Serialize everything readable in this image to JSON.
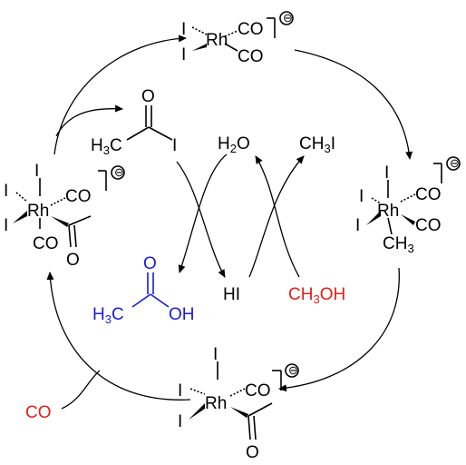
{
  "colors": {
    "default": "#000000",
    "product": "#1a1ad6",
    "reactant": "#e0201b"
  },
  "species": {
    "rh_top": {
      "metal": "Rh",
      "ligand_i1": "I",
      "ligand_i2": "I",
      "co1": "CO",
      "co2": "CO",
      "charge": "⊖"
    },
    "rh_right": {
      "metal": "Rh",
      "ligand_i1": "I",
      "ligand_i2": "I",
      "ligand_i3": "I",
      "co1": "CO",
      "co2": "CO",
      "methyl_ch": "CH",
      "methyl_sub": "3",
      "charge": "⊖"
    },
    "rh_bottom": {
      "metal": "Rh",
      "ligand_i1": "I",
      "ligand_i2": "I",
      "ligand_i3": "I",
      "co1": "CO",
      "acyl_o": "O",
      "charge": "⊖"
    },
    "rh_left": {
      "metal": "Rh",
      "ligand_i1": "I",
      "ligand_i2": "I",
      "ligand_i3": "I",
      "co1": "CO",
      "co2": "CO",
      "acyl_o": "O",
      "charge": "⊖"
    }
  },
  "inner": {
    "acetyl_iodide": {
      "h3c_h": "H",
      "h3c_sub": "3",
      "h3c_c": "C",
      "o": "O",
      "i": "I"
    },
    "water": {
      "h": "H",
      "sub": "2",
      "o": "O"
    },
    "methyl_iodide": {
      "ch": "CH",
      "sub": "3",
      "i": "I"
    },
    "hi": "HI",
    "methanol": {
      "ch": "CH",
      "sub": "3",
      "oh": "OH"
    },
    "acetic_acid": {
      "h3c_h": "H",
      "h3c_sub": "3",
      "h3c_c": "C",
      "o": "O",
      "oh": "OH"
    }
  },
  "reagent_co": "CO"
}
